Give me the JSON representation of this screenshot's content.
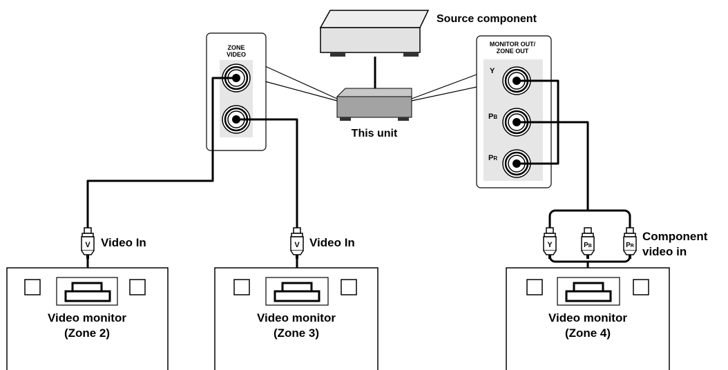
{
  "source": {
    "label": "Source component"
  },
  "unit": {
    "label": "This unit"
  },
  "zone_video_panel": {
    "title_line1": "ZONE",
    "title_line2": "VIDEO"
  },
  "monitor_out_panel": {
    "title_line1": "MONITOR OUT/",
    "title_line2": "ZONE OUT",
    "jacks": [
      {
        "main": "Y",
        "sub": ""
      },
      {
        "main": "P",
        "sub": "B"
      },
      {
        "main": "P",
        "sub": "R"
      }
    ]
  },
  "plugs": {
    "video": {
      "main": "V",
      "sub": ""
    },
    "component": [
      {
        "main": "Y",
        "sub": ""
      },
      {
        "main": "P",
        "sub": "B"
      },
      {
        "main": "P",
        "sub": "R"
      }
    ]
  },
  "connection_labels": {
    "video_in_2": "Video In",
    "video_in_3": "Video In",
    "component_line1": "Component",
    "component_line2": "video in"
  },
  "monitors": [
    {
      "line1": "Video monitor",
      "line2": "(Zone 2)"
    },
    {
      "line1": "Video monitor",
      "line2": "(Zone 3)"
    },
    {
      "line1": "Video monitor",
      "line2": "(Zone 4)"
    }
  ]
}
